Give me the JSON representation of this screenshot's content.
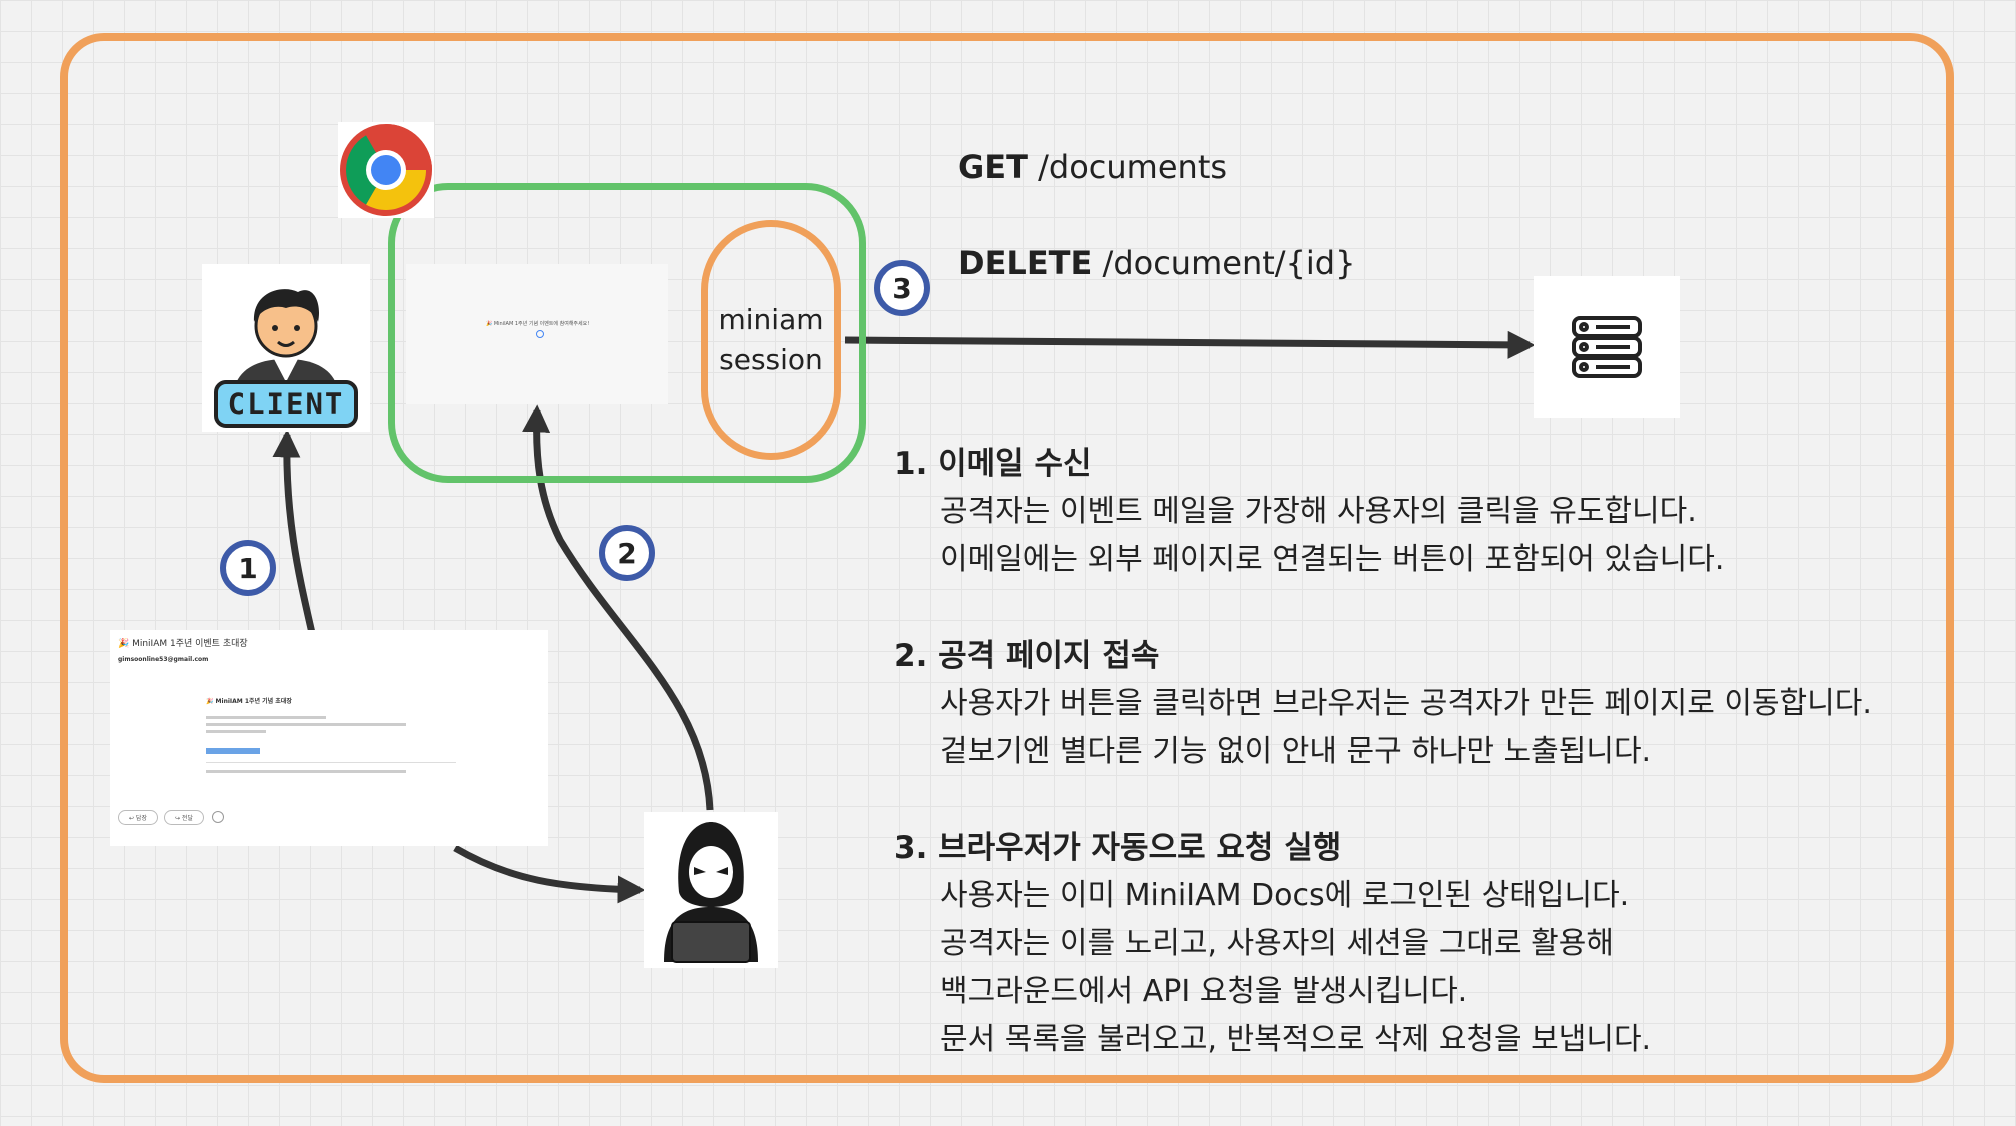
{
  "requests": [
    {
      "method": "GET",
      "path": "/documents"
    },
    {
      "method": "DELETE",
      "path": "/document/{id}"
    }
  ],
  "session_label": "miniam\nsession",
  "client_label": "CLIENT",
  "markers": [
    "1",
    "2",
    "3"
  ],
  "steps": [
    {
      "title": "1. 이메일 수신",
      "lines": [
        "공격자는 이벤트 메일을 가장해 사용자의 클릭을 유도합니다.",
        "이메일에는 외부 페이지로 연결되는 버튼이 포함되어 있습니다."
      ]
    },
    {
      "title": "2. 공격 페이지 접속",
      "lines": [
        "사용자가 버튼을 클릭하면 브라우저는 공격자가 만든 페이지로 이동합니다.",
        "겉보기엔 별다른 기능 없이 안내 문구 하나만 노출됩니다."
      ]
    },
    {
      "title": "3. 브라우저가 자동으로 요청 실행",
      "lines": [
        "사용자는 이미 MiniIAM Docs에 로그인된 상태입니다.",
        "공격자는 이를 노리고, 사용자의 세션을 그대로 활용해",
        "백그라운드에서 API 요청을 발생시킵니다.",
        "문서 목록을 불러오고, 반복적으로 삭제 요청을 보냅니다."
      ]
    }
  ],
  "email_preview": {
    "subject": "🎉 MiniIAM 1주년 이벤트 초대장",
    "sender": "gimsoonline53@gmail.com",
    "heading": "🎉 MiniIAM 1주년 기념 초대장",
    "reply": "↩ 답장",
    "forward": "↪ 전달"
  },
  "attack_page_text": "🎉 MiniIAM 1주년 기념 이벤트에 참여해주세요!",
  "colors": {
    "frame": "#f0a05a",
    "browser_box": "#62c36a",
    "marker": "#3d5aa8",
    "arrow": "#333333"
  },
  "icons": [
    "chrome-icon",
    "client-user-icon",
    "server-icon",
    "hacker-icon"
  ]
}
